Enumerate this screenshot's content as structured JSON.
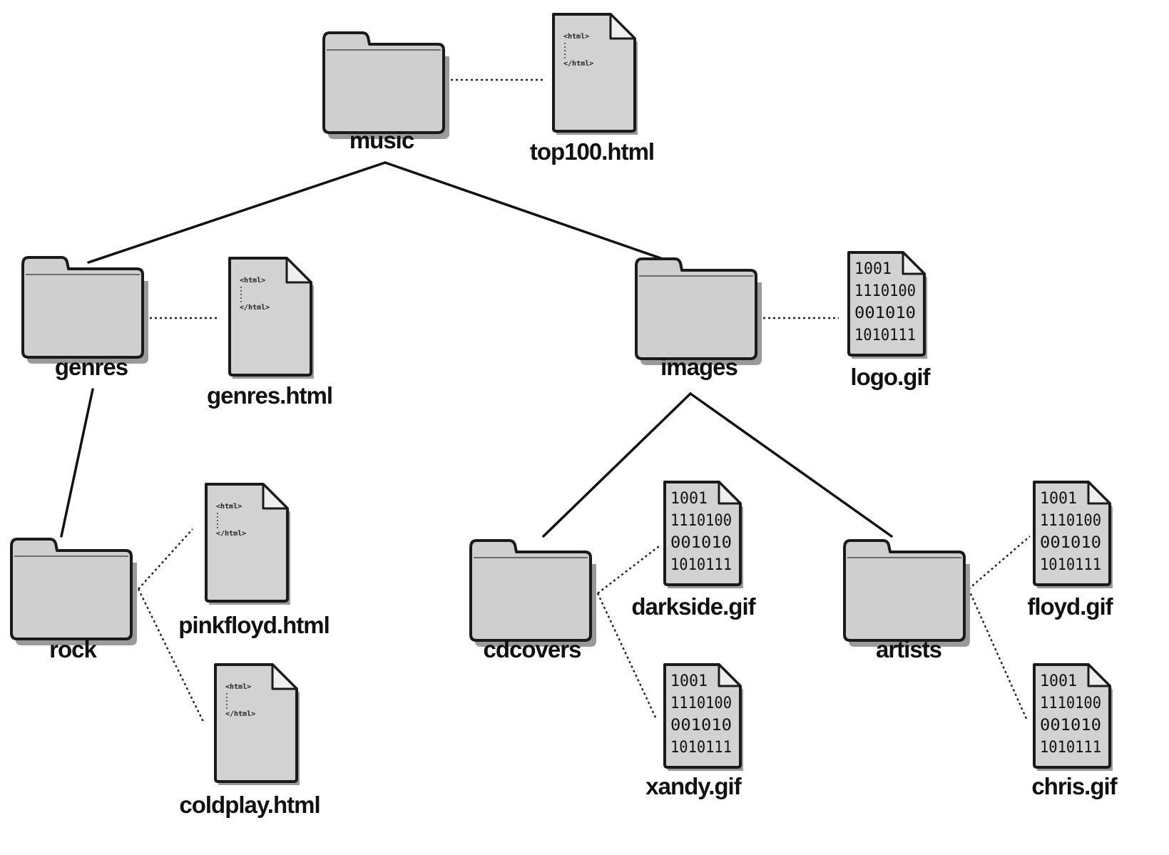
{
  "nodes": {
    "music": {
      "label": "music",
      "kind": "folder"
    },
    "top100": {
      "label": "top100.html",
      "kind": "html-file"
    },
    "genres": {
      "label": "genres",
      "kind": "folder"
    },
    "genres_html": {
      "label": "genres.html",
      "kind": "html-file"
    },
    "images": {
      "label": "images",
      "kind": "folder"
    },
    "logo": {
      "label": "logo.gif",
      "kind": "gif-file"
    },
    "rock": {
      "label": "rock",
      "kind": "folder"
    },
    "pinkfloyd": {
      "label": "pinkfloyd.html",
      "kind": "html-file"
    },
    "coldplay": {
      "label": "coldplay.html",
      "kind": "html-file"
    },
    "cdcovers": {
      "label": "cdcovers",
      "kind": "folder"
    },
    "darkside": {
      "label": "darkside.gif",
      "kind": "gif-file"
    },
    "xandy": {
      "label": "xandy.gif",
      "kind": "gif-file"
    },
    "artists": {
      "label": "artists",
      "kind": "folder"
    },
    "floyd": {
      "label": "floyd.gif",
      "kind": "gif-file"
    },
    "chris": {
      "label": "chris.gif",
      "kind": "gif-file"
    }
  },
  "folder_edges": [
    [
      "music",
      "genres"
    ],
    [
      "music",
      "images"
    ],
    [
      "genres",
      "rock"
    ],
    [
      "images",
      "cdcovers"
    ],
    [
      "images",
      "artists"
    ]
  ],
  "file_edges": [
    [
      "music",
      "top100"
    ],
    [
      "genres",
      "genres_html"
    ],
    [
      "images",
      "logo"
    ],
    [
      "rock",
      "pinkfloyd"
    ],
    [
      "rock",
      "coldplay"
    ],
    [
      "cdcovers",
      "darkside"
    ],
    [
      "cdcovers",
      "xandy"
    ],
    [
      "artists",
      "floyd"
    ],
    [
      "artists",
      "chris"
    ]
  ],
  "icon_text": {
    "html_open": "<html>",
    "html_close": "</html>",
    "binary_rows": [
      "1001",
      "1110100",
      "001010",
      "1010111"
    ]
  }
}
